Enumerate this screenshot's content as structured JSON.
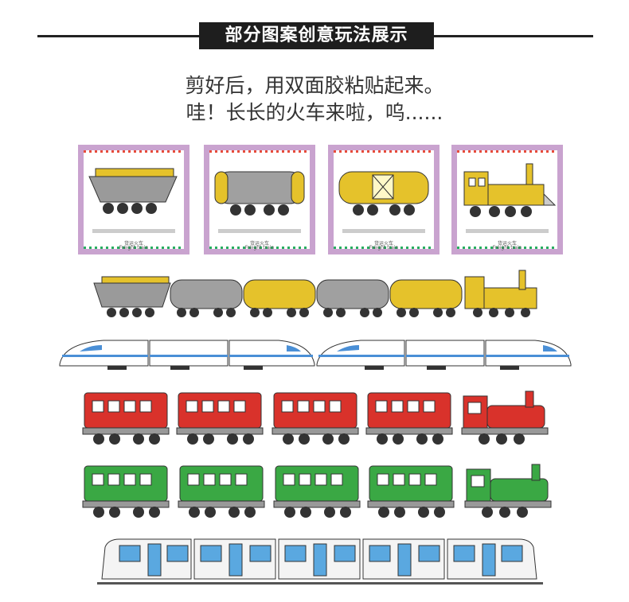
{
  "header": {
    "title": "部分图案创意玩法展示"
  },
  "intro": {
    "line1": "剪好后，用双面胶粘贴起来。",
    "line2": "哇！长长的火车来啦，呜......"
  },
  "cards": [
    {
      "icon": "hopper-wagon-icon",
      "caption_cn": "货运火车",
      "caption_en": "Freight train"
    },
    {
      "icon": "tank-wagon-icon",
      "caption_cn": "货运火车",
      "caption_en": "Freight train"
    },
    {
      "icon": "yellow-tank-wagon-icon",
      "caption_cn": "货运火车",
      "caption_en": "Freight train"
    },
    {
      "icon": "steam-locomotive-icon",
      "caption_cn": "货运火车",
      "caption_en": "Freight train"
    }
  ],
  "trains": [
    {
      "name": "freight-train",
      "icon": "freight-train-icon"
    },
    {
      "name": "bullet-train",
      "icon": "bullet-train-icon"
    },
    {
      "name": "red-train",
      "icon": "red-train-icon",
      "color": "#d9322b"
    },
    {
      "name": "green-train",
      "icon": "green-train-icon",
      "color": "#3aa844"
    },
    {
      "name": "metro-train",
      "icon": "metro-train-icon"
    }
  ]
}
